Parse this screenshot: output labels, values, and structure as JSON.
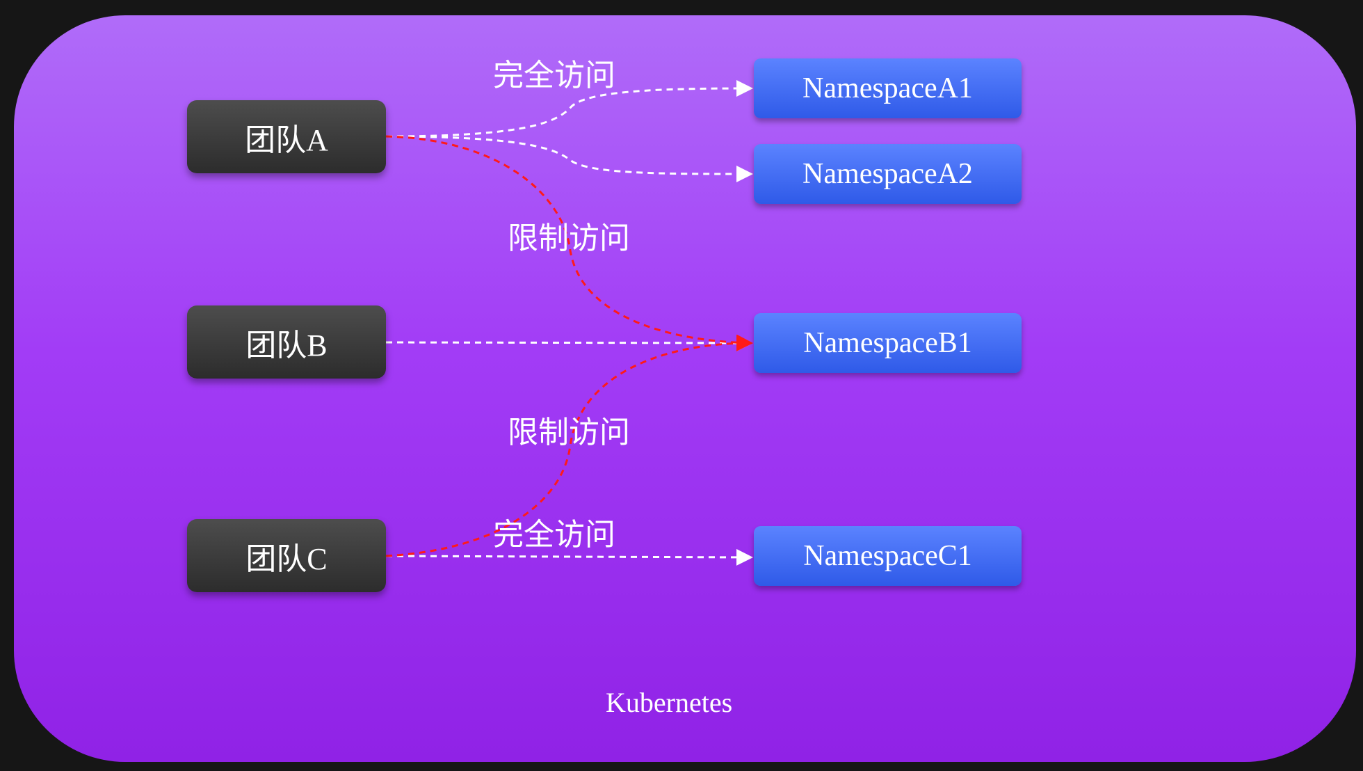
{
  "teams": [
    "团队A",
    "团队B",
    "团队C"
  ],
  "namespaces": [
    "NamespaceA1",
    "NamespaceA2",
    "NamespaceB1",
    "NamespaceC1"
  ],
  "labels": {
    "full_access_top": "完全访问",
    "restricted_top": "限制访问",
    "restricted_bottom": "限制访问",
    "full_access_bottom": "完全访问"
  },
  "cluster_label": "Kubernetes",
  "colors": {
    "full_access_line": "#ffffff",
    "restricted_line": "#ff1a1a",
    "team_box": "#3a3a3a",
    "namespace_box": "#3d68f2"
  }
}
